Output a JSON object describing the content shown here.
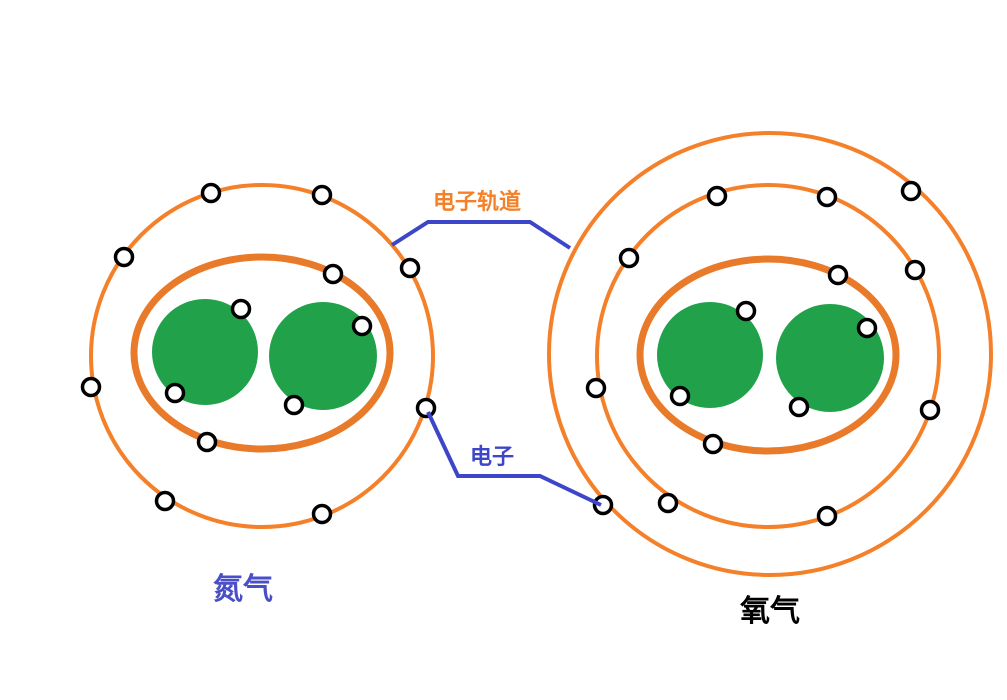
{
  "labels": {
    "orbit": "电子轨道",
    "electron": "电子",
    "nitrogen": "氮气",
    "oxygen": "氧气"
  },
  "colors": {
    "orbit": "#f5802a",
    "nucleus": "#21a24a",
    "pointer": "#3d46c8",
    "nitrogen_label": "#4a4fc8",
    "oxygen_label": "#000000",
    "orbit_label": "#f5802a"
  }
}
